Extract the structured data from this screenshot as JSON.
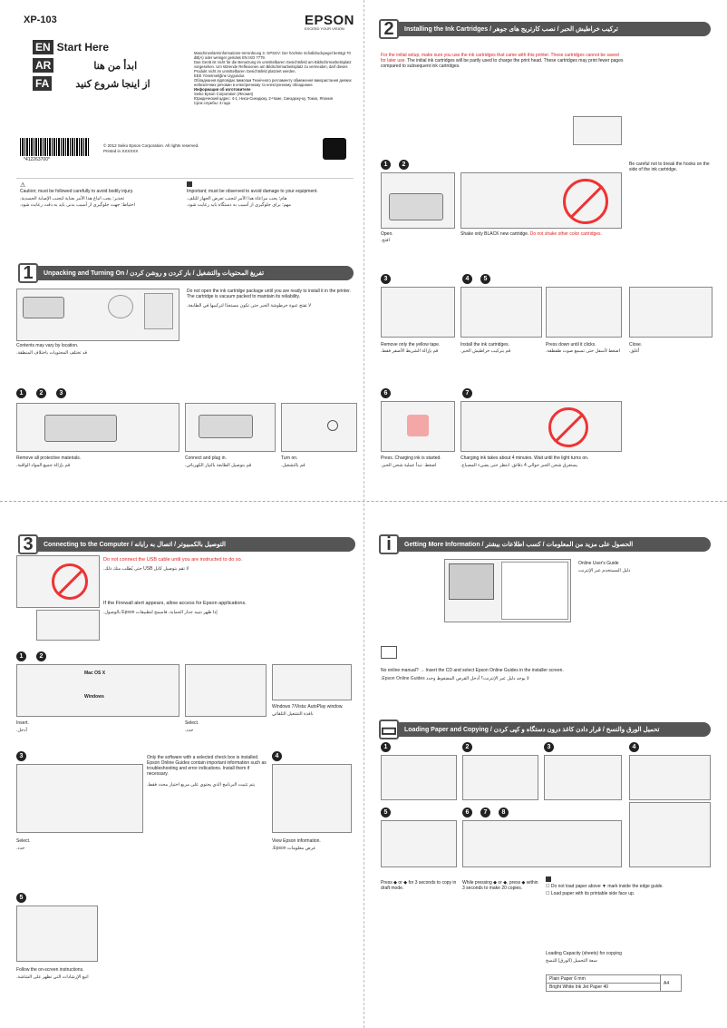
{
  "header": {
    "model": "XP-103",
    "brand": "EPSON",
    "tagline": "EXCEED YOUR VISION"
  },
  "start": {
    "en": "Start Here",
    "ar": "ابدأ من هنا",
    "fa": "از اینجا شروع کنید",
    "codes": [
      "EN",
      "AR",
      "FA"
    ]
  },
  "legal": {
    "text1": "Maschinenlärminformations-Verordnung 3. GPSGV: Der höchste Schalldruckpegel beträgt 70 dB(A) oder weniger gemäss EN ISO 7779.",
    "text2": "Das Gerät ist nicht für die Benutzung im unmittelbaren Gesichtsfeld am Bildschirmarbeitsplatz vorgesehen. Um störende Reflexionen am Bildschirmarbeitsplatz zu vermeiden, darf dieses Produkt nicht im unmittelbaren Gesichtsfeld platziert werden.",
    "text3": "EEE Yönetmeliğine Uygundur.",
    "text4": "Обладнання відповідає вимогам Технічного регламенту обмеження використання деяких небезпечних речовин в електричному та електронному обладнанні.",
    "text5": "Информация об изготовителе",
    "text6": "Seiko Epson Corporation (Япония)",
    "text7": "Юридический адрес: 4-1, Ниси-Синздюку, 2-Чоме, Синздюку-ку, Токио, Япония",
    "text8": "Срок службы: 3 года"
  },
  "barcode": {
    "number": "*412263700*",
    "copyright": "© 2012 Seiko Epson Corporation. All rights reserved.",
    "printed": "Printed in XXXXXX"
  },
  "notes": {
    "caution": "Caution; must be followed carefully to avoid bodily injury.",
    "caution_ar": "تحذير؛ يجب اتباع هذا الأمر بعناية لتجنب الإصابة الجسدية.",
    "caution_fa": "احتیاط؛ جهت جلوگیری از آسیب بدنی باید به دقت رعایت شود.",
    "important": "Important; must be observed to avoid damage to your equipment.",
    "important_ar": "هام؛ يجب مراعاة هذا الأمر لتجنب تعرض الجهاز للتلف.",
    "important_fa": "مهم؛ برای جلوگیری از آسیب به دستگاه باید رعایت شود."
  },
  "s1": {
    "num": "1",
    "title": "Unpacking and Turning On / تفريغ المحتويات والتشغيل / باز کردن و روشن کردن",
    "warn": "Do not open the ink cartridge package until you are ready to install it in the printer. The cartridge is vacuum packed to maintain its reliability.",
    "warn_ar": "لا تفتح عبوة خرطوشة الحبر حتى تكون مستعدًا لتركيبها في الطابعة.",
    "contents": "Contents may vary by location.",
    "contents_ar": "قد تختلف المحتويات باختلاف المنطقة.",
    "remove": "Remove all protective materials.",
    "remove_ar": "قم بإزالة جميع المواد الواقية.",
    "connect": "Connect and plug in.",
    "connect_ar": "قم بتوصيل الطابعة بالتيار الكهربائي.",
    "turnon": "Turn on.",
    "turnon_ar": "قم بالتشغيل."
  },
  "s2": {
    "num": "2",
    "title": "Installing the Ink Cartridges / تركيب خراطيش الحبر / نصب کارتریج های جوهر",
    "note_red": "For the initial setup, make sure you use the ink cartridges that came with this printer. These cartridges cannot be saved for later use.",
    "note": "The initial ink cartridges will be partly used to charge the print head. These cartridges may print fewer pages compared to subsequent ink cartridges.",
    "hooks": "Be careful not to break the hooks on the side of the ink cartridge.",
    "open": "Open.",
    "open_ar": "افتح.",
    "shake": "Shake only BLACK new cartridge.",
    "shake_red": "Do not shake other color cartridges.",
    "yellow": "Remove only the yellow tape.",
    "yellow_ar": "قم بإزالة الشريط الأصفر فقط.",
    "install": "Install the ink cartridges.",
    "install_ar": "قم بتركيب خراطيش الحبر.",
    "press": "Press down until it clicks.",
    "press_ar": "اضغط لأسفل حتى تسمع صوت طقطقة.",
    "close": "Close.",
    "close_ar": "أغلق.",
    "charging": "Press. Charging ink is started.",
    "charging_ar": "اضغط. تبدأ عملية شحن الحبر.",
    "wait": "Charging ink takes about 4 minutes. Wait until the light turns on.",
    "wait_ar": "يستغرق شحن الحبر حوالي 4 دقائق. انتظر حتى يضيء المصباح."
  },
  "s3": {
    "num": "3",
    "title": "Connecting to the Computer / التوصيل بالكمبيوتر / اتصال به رایانه",
    "usb": "Do not connect the USB cable until you are instructed to do so.",
    "usb_ar": "لا تقم بتوصيل كابل USB حتى يُطلب منك ذلك.",
    "firewall": "If the Firewall alert appears, allow access for Epson applications.",
    "firewall_ar": "إذا ظهر تنبيه جدار الحماية، فاسمح لتطبيقات Epson بالوصول.",
    "mac": "Mac OS X",
    "win": "Windows",
    "insert": "Insert.",
    "insert_ar": "أدخل.",
    "select": "Select.",
    "select_ar": "حدد.",
    "autoplay": "Windows 7/Vista: AutoPlay window.",
    "autoplay_ar": "نافذة التشغيل التلقائي",
    "select2": "Select.",
    "select2_ar": "حدد.",
    "only": "Only the software with a selected check box is installed. Epson Online Guides contain important information such as troubleshooting and error indications. Install them if necessary.",
    "only_ar": "يتم تثبيت البرنامج الذي يحتوي على مربع اختيار محدد فقط.",
    "view": "View Epson information.",
    "view_ar": "عرض معلومات Epson.",
    "follow": "Follow the on-screen instructions.",
    "follow_ar": "اتبع الإرشادات التي تظهر على الشاشة."
  },
  "info": {
    "title": "Getting More Information / الحصول على مزيد من المعلومات / کسب اطلاعات بیشتر",
    "guide": "Online User's Guide",
    "guide_ar": "دليل المستخدم عبر الإنترنت",
    "nomanual": "No online manual? → Insert the CD and select Epson Online Guides in the installer screen.",
    "nomanual_ar": "لا يوجد دليل عبر الإنترنت؟ أدخل القرص المضغوط وحدد Epson Online Guides."
  },
  "s4": {
    "title": "Loading Paper and Copying / تحميل الورق والنسخ / قرار دادن کاغذ درون دستگاه و کپی کردن",
    "draft": "Press ◆ or ◆ for 3 seconds to copy in draft mode.",
    "twenty": "While pressing ◆ or ◆, press ◆ within 3 seconds to make 20 copies.",
    "n1": "Do not load paper above ▼ mark inside the edge guide.",
    "n2": "Load paper with its printable side face up.",
    "cap_title": "Loading Capacity (sheets) for copying",
    "cap_ar": "سعة التحميل (الورق) للنسخ",
    "rows": [
      [
        "Plain Paper 6 mm",
        "A4"
      ],
      [
        "Bright White Ink Jet Paper 40",
        ""
      ]
    ]
  }
}
